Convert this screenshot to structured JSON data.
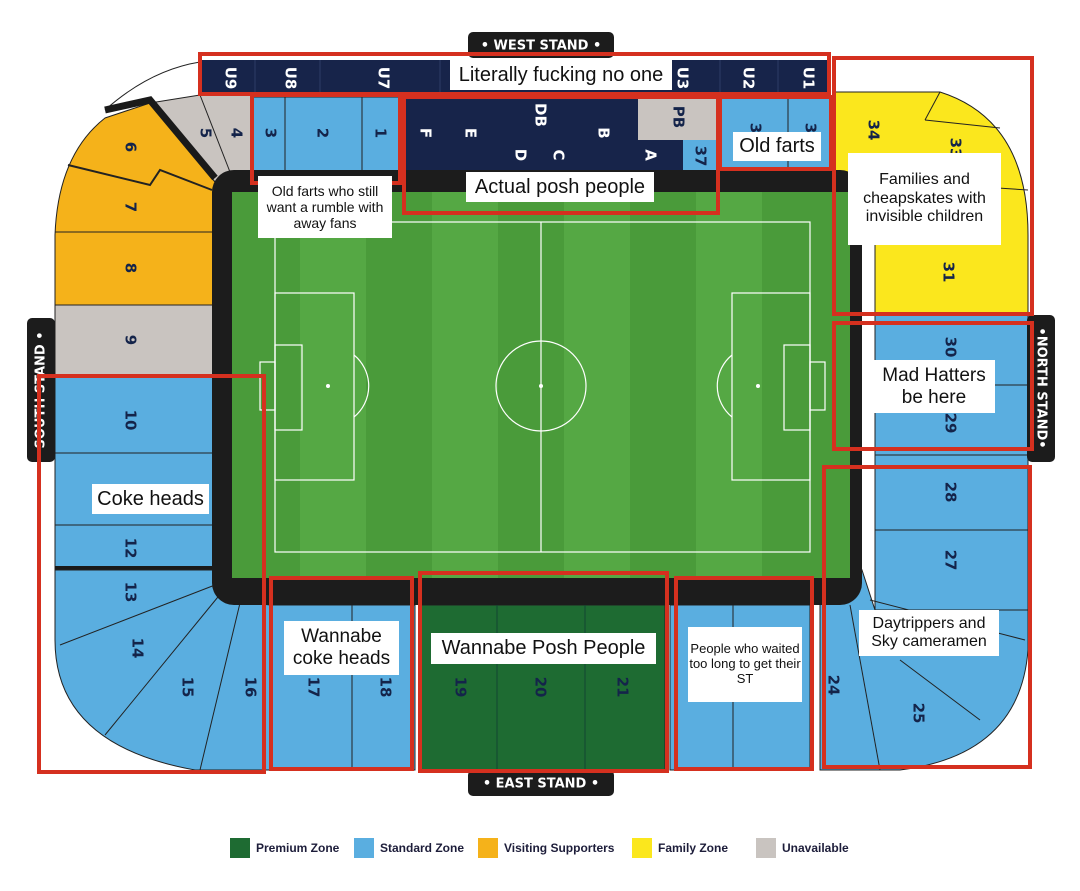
{
  "stands": {
    "west": "• WEST STAND •",
    "east": "• EAST STAND •",
    "south": "SOUTH STAND •",
    "north": "•NORTH STAND•"
  },
  "sections": {
    "u9": "U9",
    "u8": "U8",
    "u7": "U7",
    "u3": "U3",
    "u2": "U2",
    "u1": "U1",
    "s5": "5",
    "s4": "4",
    "s3": "3",
    "s2": "2",
    "s1": "1",
    "f": "F",
    "e": "E",
    "db": "DB",
    "d": "D",
    "c": "C",
    "b": "B",
    "pb": "PB",
    "a": "A",
    "s37": "37",
    "s36": "3",
    "s35": "3",
    "s34": "34",
    "s33": "33",
    "s31": "31",
    "s30": "30",
    "s29": "29",
    "s28": "28",
    "s27": "27",
    "s25": "25",
    "s24": "24",
    "s6": "6",
    "s7": "7",
    "s8": "8",
    "s9": "9",
    "s10": "10",
    "s12": "12",
    "s13": "13",
    "s14": "14",
    "s15": "15",
    "s16": "16",
    "s17": "17",
    "s18": "18",
    "s19": "19",
    "s20": "20",
    "s21": "21"
  },
  "annotations": {
    "top_row": "Literally fucking no one",
    "old_farts_rumble": "Old farts who still want a rumble with away fans",
    "actual_posh": "Actual posh people",
    "old_farts": "Old farts",
    "families": "Families and cheapskates with invisible children",
    "mad_hatters": "Mad Hatters be here",
    "coke_heads": "Coke heads",
    "wannabe_coke": "Wannabe coke heads",
    "wannabe_posh": "Wannabe Posh People",
    "waited": "People who waited too long to get their ST",
    "daytrippers": "Daytrippers and Sky cameramen"
  },
  "legend": [
    {
      "label": "Premium Zone",
      "color": "#1e6b32"
    },
    {
      "label": "Standard Zone",
      "color": "#5aaee0"
    },
    {
      "label": "Visiting Supporters",
      "color": "#f5b21a"
    },
    {
      "label": "Family Zone",
      "color": "#fbe71d"
    },
    {
      "label": "Unavailable",
      "color": "#c9c4c0"
    }
  ]
}
